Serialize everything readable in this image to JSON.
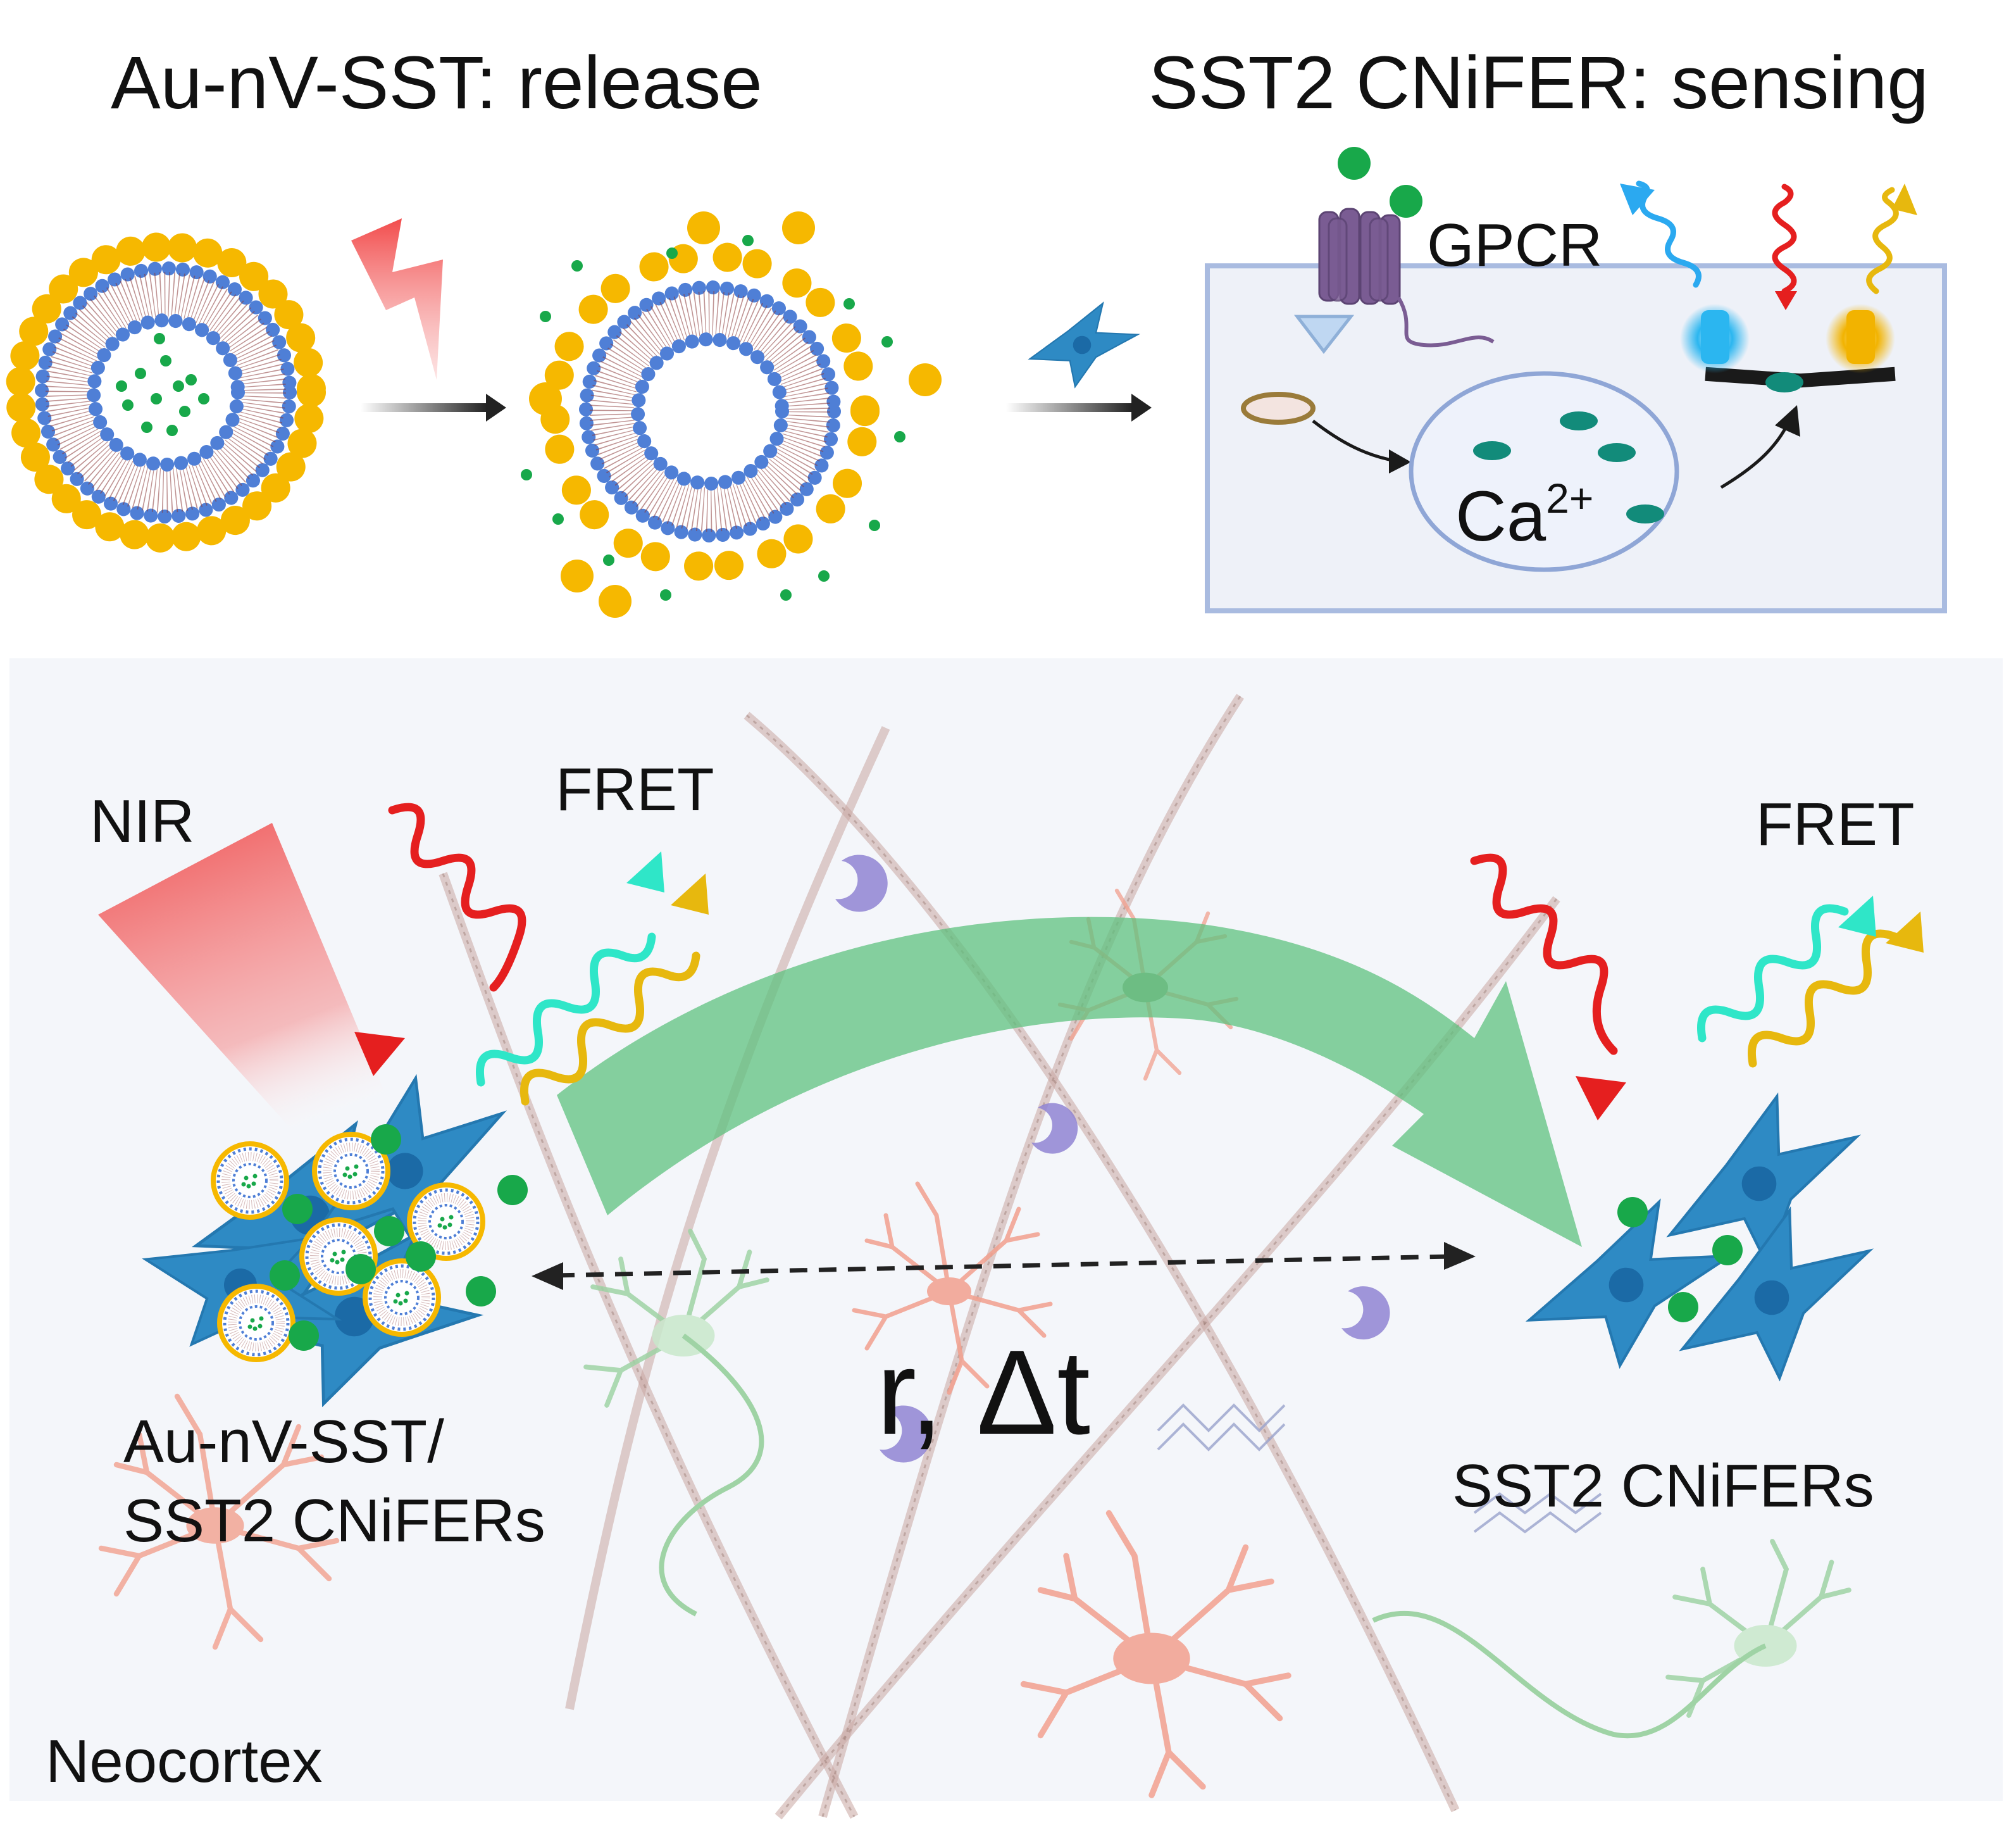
{
  "top_panel": {
    "left_title": "Au-nV-SST: release",
    "right_title": "SST2 CNiFER: sensing",
    "receptor_label": "GPCR",
    "ion_base": "Ca",
    "ion_charge": "2+"
  },
  "bottom_panel": {
    "light_source_label": "NIR",
    "fret_left_label": "FRET",
    "fret_right_label": "FRET",
    "source_label_line1": "Au-nV-SST/",
    "source_label_line2": "SST2 CNiFERs",
    "distance_label": "r, Δt",
    "target_label": "SST2 CNiFERs",
    "region_label": "Neocortex"
  },
  "colors": {
    "gold_shell": "#f6b800",
    "lipid_head": "#4f7fd6",
    "lipid_tail": "#8a3a3a",
    "peptide": "#18a84a",
    "cell": "#2e8ac4",
    "cell_nucleus": "#1b6aa6",
    "panel_bg": "#f4f6fa",
    "cell_box": "#a9bbe0",
    "nir_red": "#f05050",
    "excitation_red": "#e51f1f",
    "fret_cyan": "#2fe6c8",
    "fret_yellow": "#e7b80e",
    "flow_green": "#5fc27f",
    "calcium": "#128b7a",
    "gpcr": "#7a5c93"
  }
}
